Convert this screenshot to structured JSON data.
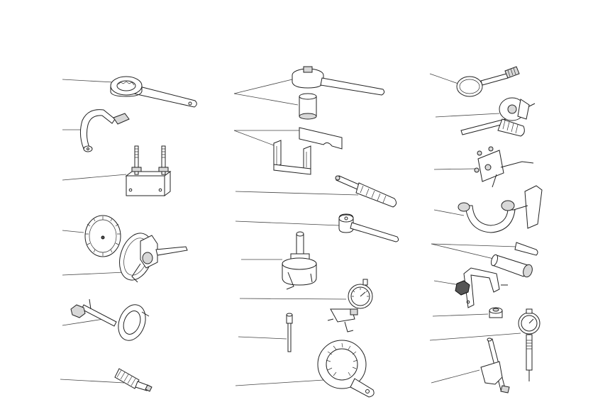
{
  "figure": {
    "background": "#ffffff",
    "line_color": "#222222",
    "tools": [
      {
        "id": "ring-spanner",
        "icon": "ring-spanner-icon"
      },
      {
        "id": "hook-tool",
        "icon": "hook-tool-icon"
      },
      {
        "id": "locking-bracket-studs",
        "icon": "locking-bracket-icon"
      },
      {
        "id": "degree-disc",
        "icon": "degree-disc-icon"
      },
      {
        "id": "degree-disc-with-pointer",
        "icon": "degree-pointer-icon"
      },
      {
        "id": "clamp-ring-tool",
        "icon": "clamp-ring-icon"
      },
      {
        "id": "knurled-pin",
        "icon": "knurled-pin-icon"
      },
      {
        "id": "pin-spanner-with-socket",
        "icon": "pin-spanner-icon"
      },
      {
        "id": "setting-plates",
        "icon": "setting-plate-icon"
      },
      {
        "id": "handle-driver",
        "icon": "handle-driver-icon"
      },
      {
        "id": "socket-wrench",
        "icon": "socket-wrench-icon"
      },
      {
        "id": "puller",
        "icon": "puller-icon"
      },
      {
        "id": "dial-gauge-holder",
        "icon": "dial-gauge-icon"
      },
      {
        "id": "pin-punch",
        "icon": "pin-punch-icon"
      },
      {
        "id": "flywheel-holder",
        "icon": "flywheel-holder-icon"
      },
      {
        "id": "strap-wrench",
        "icon": "strap-wrench-icon"
      },
      {
        "id": "disc-handle-tool",
        "icon": "disc-handle-icon"
      },
      {
        "id": "tensioner-bracket",
        "icon": "tensioner-bracket-icon"
      },
      {
        "id": "c-clamp-bracket",
        "icon": "c-clamp-icon"
      },
      {
        "id": "drifts-pair",
        "icon": "drift-icon"
      },
      {
        "id": "angle-bracket-knob",
        "icon": "angle-bracket-icon"
      },
      {
        "id": "small-nut",
        "icon": "nut-icon"
      },
      {
        "id": "dial-gauge-stand",
        "icon": "dial-gauge-stand-icon"
      },
      {
        "id": "pillar-clamp",
        "icon": "pillar-clamp-icon"
      }
    ]
  }
}
